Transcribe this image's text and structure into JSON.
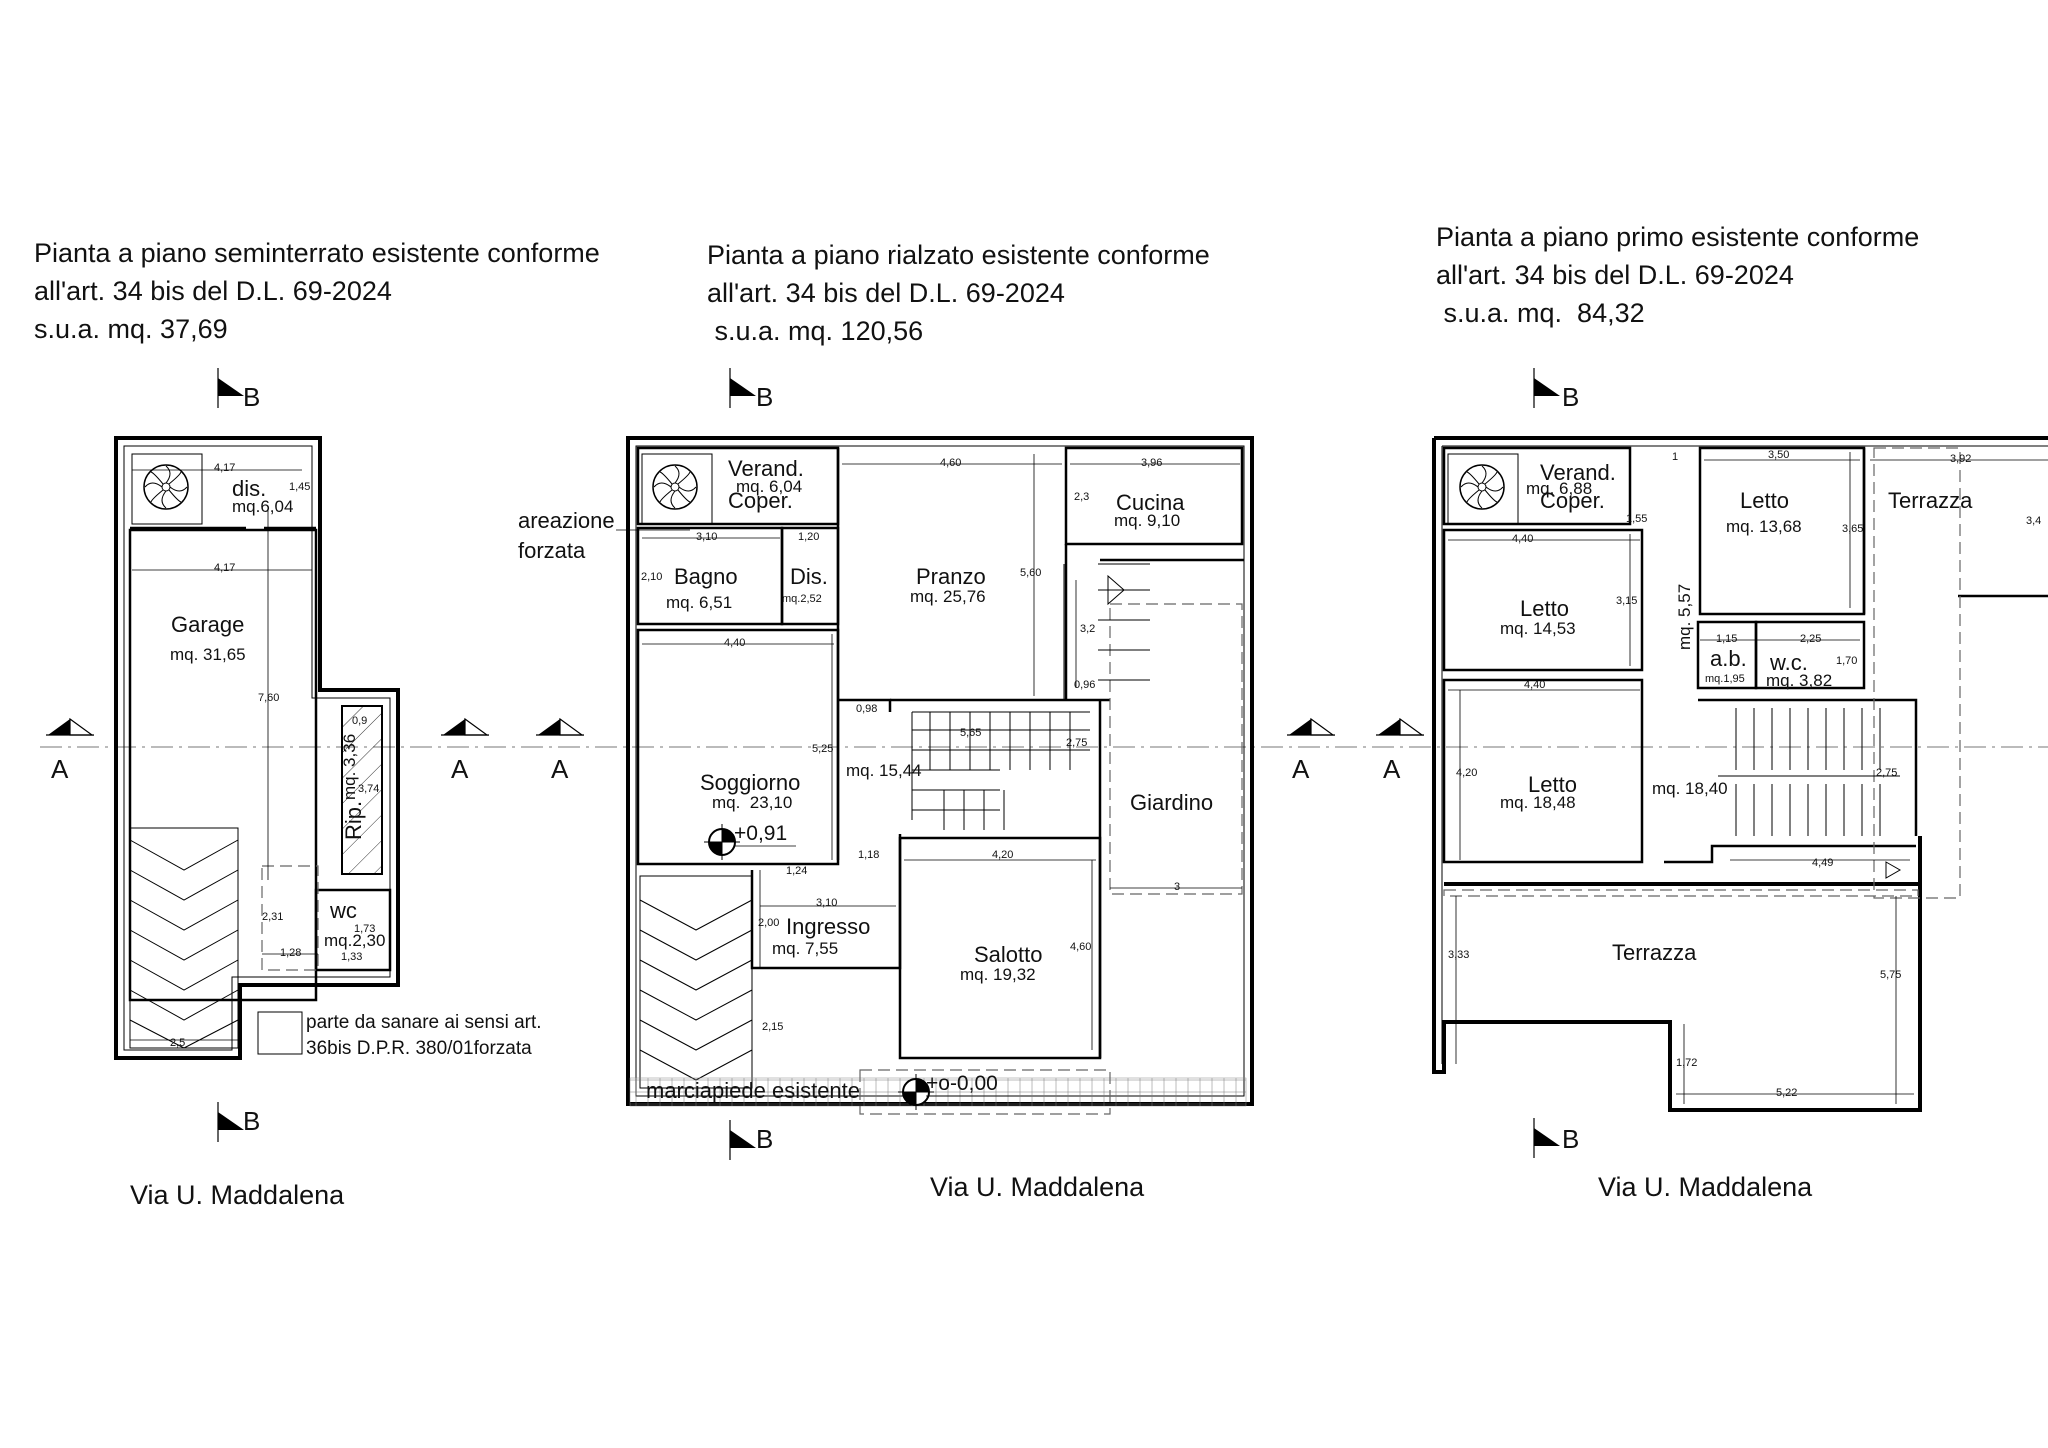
{
  "plans": [
    {
      "title_line1": "Pianta a piano seminterrato esistente conforme",
      "title_line2": "all'art. 34 bis del D.L. 69-2024",
      "title_line3": "s.u.a. mq. 37,69",
      "street": "Via U. Maddalena",
      "rooms": [
        {
          "name": "dis.",
          "area": "mq.6,04"
        },
        {
          "name": "Garage",
          "area": "mq. 31,65"
        },
        {
          "name": "Rip.",
          "area": "mq. 3,36"
        },
        {
          "name": "wc",
          "area": "mq.2,30"
        }
      ],
      "legend": {
        "line1": "parte da sanare ai sensi art.",
        "line2": "36bis D.P.R. 380/01forzata"
      },
      "dims": [
        "4,17",
        "1,45",
        "4,17",
        "7,60",
        "0,9",
        "3,74",
        "2,31",
        "1,28",
        "1,73",
        "1,33",
        "2,5"
      ]
    },
    {
      "title_line1": "Pianta a piano rialzato esistente conforme",
      "title_line2": "all'art. 34 bis del D.L. 69-2024",
      "title_line3": " s.u.a. mq. 120,56",
      "street": "Via U. Maddalena",
      "rooms": [
        {
          "name": "Verand.",
          "area": "mq. 6,04",
          "extra": "Coper."
        },
        {
          "name": "Cucina",
          "area": "mq. 9,10"
        },
        {
          "name": "Bagno",
          "area": "mq. 6,51"
        },
        {
          "name": "Dis.",
          "area": "mq.2,52"
        },
        {
          "name": "Pranzo",
          "area": "mq. 25,76"
        },
        {
          "name": "Soggiorno",
          "area": "mq.  23,10"
        },
        {
          "name": "",
          "area": "mq. 15,44"
        },
        {
          "name": "Giardino",
          "area": ""
        },
        {
          "name": "Ingresso",
          "area": "mq. 7,55"
        },
        {
          "name": "Salotto",
          "area": "mq. 19,32"
        }
      ],
      "note_line1": "areazione",
      "note_line2": "forzata",
      "sidewalk": "marciapiede esistente",
      "level_1": "+0,91",
      "level_2": "+o-0,00",
      "dims": [
        "4,60",
        "3,96",
        "2,3",
        "3,10",
        "1,20",
        "2,10",
        "5,60",
        "4,40",
        "3,2",
        "0,96",
        "0,98",
        "5,65",
        "2,75",
        "5,25",
        "1,24",
        "1,18",
        "4,20",
        "3,10",
        "2,00",
        "4,60",
        "3",
        "2,15"
      ]
    },
    {
      "title_line1": "Pianta a piano primo esistente conforme",
      "title_line2": "all'art. 34 bis del D.L. 69-2024",
      "title_line3": " s.u.a. mq.  84,32",
      "street": "Via U. Maddalena",
      "rooms": [
        {
          "name": "Verand.",
          "area": "mq. 6,88",
          "extra": "Coper."
        },
        {
          "name": "Letto",
          "area": "mq. 13,68"
        },
        {
          "name": "Terrazza",
          "area": ""
        },
        {
          "name": "Letto",
          "area": "mq. 14,53"
        },
        {
          "name": "a.b.",
          "area": "mq.1,95"
        },
        {
          "name": "w.c.",
          "area": "mq. 3,82"
        },
        {
          "name": "",
          "area": "mq. 5,57"
        },
        {
          "name": "Letto",
          "area": "mq. 18,48"
        },
        {
          "name": "",
          "area": "mq. 18,40"
        },
        {
          "name": "Terrazza",
          "area": ""
        }
      ],
      "dims": [
        "1,55",
        "1",
        "3,50",
        "3,92",
        "3,4",
        "4,40",
        "3,65",
        "3,15",
        "1,15",
        "2,25",
        "1,70",
        "4,40",
        "4,20",
        "2,75",
        "4,49",
        "3,33",
        "5,75",
        "1,72",
        "5,22"
      ]
    }
  ],
  "section_label": "A",
  "section_marker": "B"
}
